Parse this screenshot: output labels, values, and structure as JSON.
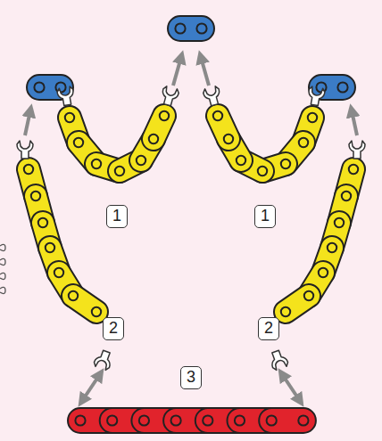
{
  "diagram": {
    "labels": [
      "1",
      "1",
      "2",
      "2",
      "3"
    ]
  }
}
